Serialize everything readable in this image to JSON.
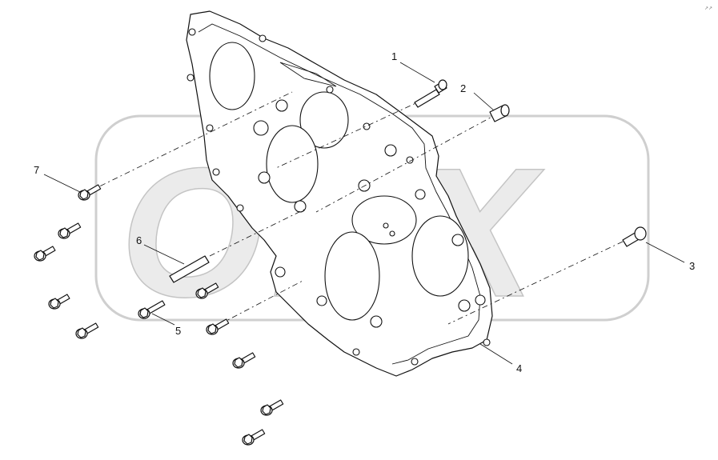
{
  "callouts": [
    {
      "id": "1",
      "label": "1"
    },
    {
      "id": "2",
      "label": "2"
    },
    {
      "id": "3",
      "label": "3"
    },
    {
      "id": "4",
      "label": "4"
    },
    {
      "id": "5",
      "label": "5"
    },
    {
      "id": "6",
      "label": "6"
    },
    {
      "id": "7",
      "label": "7"
    }
  ],
  "watermark_text": "ORX",
  "colors": {
    "line": "#111111",
    "watermark": "#c4c4c4",
    "background": "#ffffff"
  }
}
